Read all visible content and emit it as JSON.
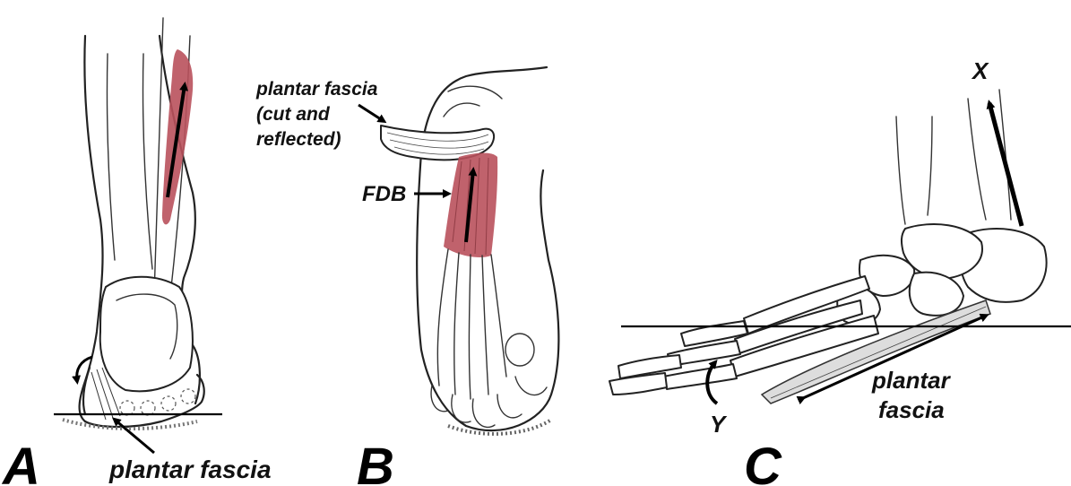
{
  "panels": {
    "a": {
      "letter": "A",
      "label_plantar": "plantar fascia"
    },
    "b": {
      "letter": "B",
      "label_fascia_line1": "plantar fascia",
      "label_fascia_line2": "(cut and",
      "label_fascia_line3": "reflected)",
      "label_fdb": "FDB"
    },
    "c": {
      "letter": "C",
      "label_x": "X",
      "label_y": "Y",
      "label_fascia_line1": "plantar",
      "label_fascia_line2": "fascia"
    }
  },
  "colors": {
    "muscle": "#b9515c",
    "ink": "#111111",
    "background": "#ffffff"
  }
}
